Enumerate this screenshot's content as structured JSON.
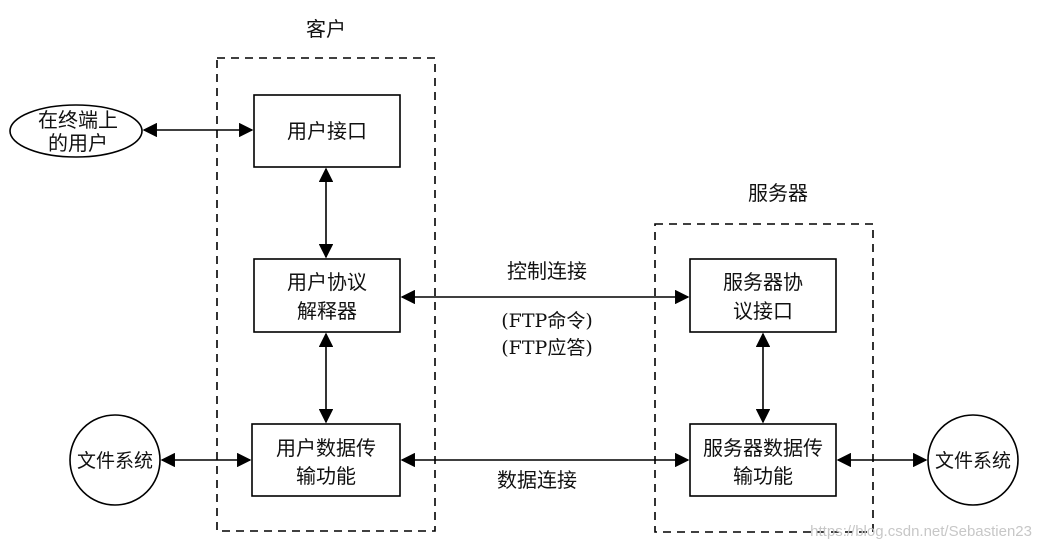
{
  "diagram": {
    "client_group_label": "客户",
    "server_group_label": "服务器",
    "terminal_user": [
      "在终端上",
      "的用户"
    ],
    "user_interface": "用户接口",
    "user_pi": [
      "用户协议",
      "解释器"
    ],
    "user_dtp": [
      "用户数据传",
      "输功能"
    ],
    "server_pi": [
      "服务器协",
      "议接口"
    ],
    "server_dtp": [
      "服务器数据传",
      "输功能"
    ],
    "file_system_left": "文件系统",
    "file_system_right": "文件系统",
    "control_connection": "控制连接",
    "ftp_commands": "(FTP命令)",
    "ftp_replies": "(FTP应答)",
    "data_connection": "数据连接",
    "watermark": "https://blog.csdn.net/Sebastien23"
  }
}
